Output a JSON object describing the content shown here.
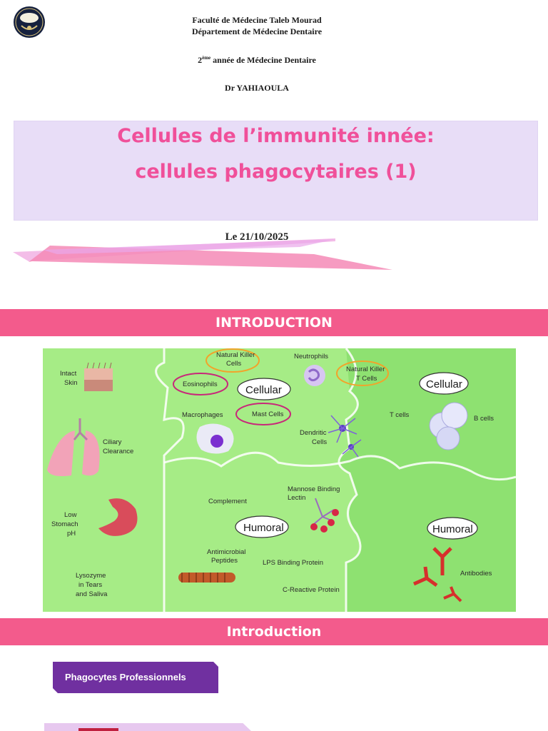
{
  "header": {
    "faculty": "Faculté de Médecine Taleb Mourad",
    "department": "Département de Médecine Dentaire",
    "year_prefix": "2",
    "year_sup": "ème",
    "year_rest": " année de Médecine Dentaire",
    "doctor": "Dr YAHIAOULA"
  },
  "title": {
    "line1": "Cellules de l’immunité innée:",
    "line2": "cellules phagocytaires (1)"
  },
  "date": "Le  21/10/2025",
  "section1": {
    "heading": "INTRODUCTION"
  },
  "figure": {
    "labels": {
      "intact_skin_1": "Intact",
      "intact_skin_2": "Skin",
      "ciliary_1": "Ciliary",
      "ciliary_2": "Clearance",
      "stomach_1": "Low",
      "stomach_2": "Stomach",
      "stomach_3": "pH",
      "lysozyme_1": "Lysozyme",
      "lysozyme_2": "in Tears",
      "lysozyme_3": "and Saliva",
      "nk_1": "Natural Killer",
      "nk_2": "Cells",
      "neutrophils": "Neutrophils",
      "nkt_1": "Natural Killer",
      "nkt_2": "T Cells",
      "eosinophils": "Eosinophils",
      "cellular_innate": "Cellular",
      "macrophages": "Macrophages",
      "mast_cells": "Mast Cells",
      "dendritic_1": "Dendritic",
      "dendritic_2": "Cells",
      "cellular_adaptive": "Cellular",
      "t_cells": "T cells",
      "b_cells": "B cells",
      "complement": "Complement",
      "mbl_1": "Mannose Binding",
      "mbl_2": "Lectin",
      "humoral_innate": "Humoral",
      "humoral_adaptive": "Humoral",
      "amp_1": "Antimicrobial",
      "amp_2": "Peptides",
      "lps": "LPS Binding Protein",
      "crp": "C-Reactive Protein",
      "antibodies": "Antibodies"
    },
    "colors": {
      "innate_green": "#a6ec86",
      "adaptive_green": "#8ee171",
      "orange_ring": "#f2a32a",
      "magenta_ring": "#c8277a"
    }
  },
  "section2": {
    "heading": "Introduction"
  },
  "phagocytes_box": "Phagocytes Professionnels",
  "colors": {
    "accent_pink": "#f35b8c",
    "title_pink": "#f0509a",
    "title_box": "#e8ddf7",
    "purple": "#7030a0"
  }
}
